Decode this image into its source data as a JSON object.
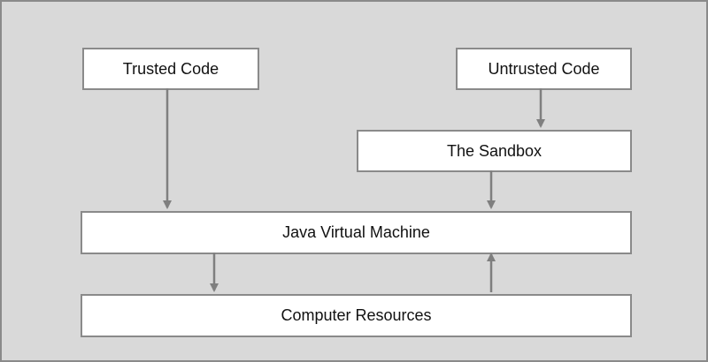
{
  "diagram": {
    "nodes": {
      "trusted_code": "Trusted Code",
      "untrusted_code": "Untrusted Code",
      "sandbox": "The Sandbox",
      "jvm": "Java Virtual Machine",
      "computer_resources": "Computer Resources"
    },
    "edges": [
      {
        "from": "trusted_code",
        "to": "jvm"
      },
      {
        "from": "untrusted_code",
        "to": "sandbox"
      },
      {
        "from": "sandbox",
        "to": "jvm"
      },
      {
        "from": "jvm",
        "to": "computer_resources"
      },
      {
        "from": "computer_resources",
        "to": "jvm"
      }
    ],
    "colors": {
      "background": "#d9d9d9",
      "box_fill": "#ffffff",
      "border": "#8a8a8a",
      "arrow": "#7f7f7f"
    }
  }
}
